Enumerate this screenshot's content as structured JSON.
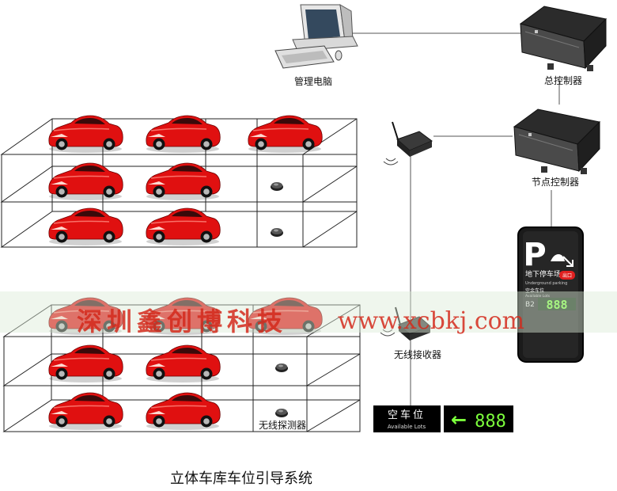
{
  "labels": {
    "computer": "管理电脑",
    "master_controller": "总控制器",
    "node_controller": "节点控制器",
    "receiver": "无线接收器",
    "detector": "无线探测器",
    "caption": "立体车库车位引导系统"
  },
  "watermark": {
    "company": "深圳鑫创博科技",
    "url": "www.xcbkj.com"
  },
  "guidance_panel": {
    "letter": "P",
    "title_cn": "地下停车场",
    "title_en": "Underground parking",
    "badge": "出口",
    "spaces_cn": "空余车位",
    "spaces_en": "Available Lots",
    "level": "B2",
    "digits": "888"
  },
  "display_board": {
    "title_cn": "空车位",
    "title_en": "Available Lots",
    "arrow": "←",
    "count": "888"
  },
  "colors": {
    "car_red": "#e01010",
    "led_green": "#7cff3c",
    "watermark_red": "#d42a1c",
    "watermark_band": "#dcecd8"
  }
}
